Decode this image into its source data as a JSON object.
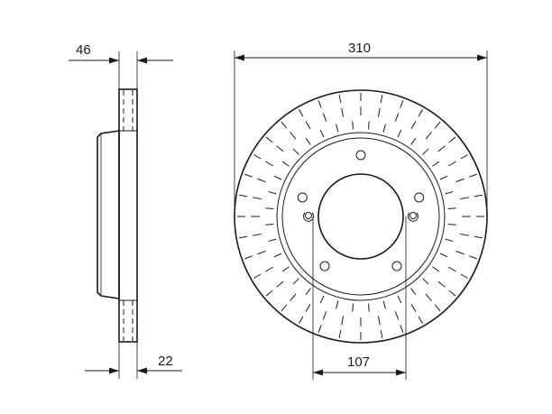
{
  "dimensions": {
    "total_thickness": "46",
    "outer_diameter": "310",
    "min_thickness": "22",
    "bolt_circle": "107"
  },
  "colors": {
    "line": "#1a1a1a",
    "background": "#ffffff"
  }
}
